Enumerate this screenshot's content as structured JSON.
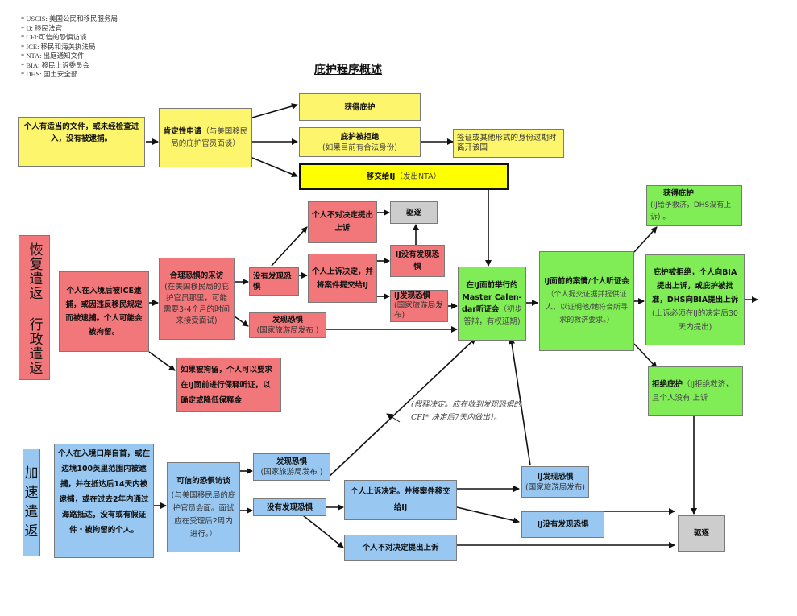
{
  "legend": [
    "* USCIS: 美国公民和移民服务局",
    "* IJ: 移民法官",
    "* CFI:可信的恐惧访谈",
    "* ICE: 移民和海关执法局",
    "* NTA: 出庭通知文件",
    "* BIA: 移民上诉委员会",
    "* DHS: 国土安全部"
  ],
  "title": "庇护程序概述",
  "affirmative": {
    "start": "个人有适当的文件，或未经检查进入，没有被逮捕。",
    "application_title": "肯定性申请",
    "application_note": "（与美国移民局的庇护官员面谈）",
    "granted": "获得庇护",
    "denied_title": "庇护被拒绝",
    "denied_note": "(如果目前有合法身份)",
    "visa_expire": "签证或其他形式的身份过期时离开该国",
    "refer_ij_title": "移交给IJ",
    "refer_ij_note": "（发出NTA）"
  },
  "reinstatement": {
    "label": "恢复遣返 行政遣返",
    "label_chars_top": [
      "恢",
      "复",
      "遣",
      "返"
    ],
    "label_chars_bottom": [
      "行",
      "政",
      "遣",
      "返"
    ],
    "arrest": "个人在入境后被ICE逮捕，或因违反移民规定而被逮捕。个人可能会被拘留。",
    "rfi_title": "合理恐惧的采访",
    "rfi_note": "(在美国移民局的庇护官员那里，可能需要3-4个月的时间来接受面试)",
    "no_fear": "没有发现恐惧",
    "fear_found_title": "发现恐惧",
    "fear_found_note": "(国家旅游局发布 )",
    "no_appeal": "个人不对决定提出上诉",
    "removal": "驱逐",
    "appeal": "个人上诉决定，并将案件提交给IJ",
    "ij_no_fear": "IJ没有发现恐惧",
    "ij_fear_title": "IJ发现恐惧",
    "ij_fear_note": "(国家旅游局发布)",
    "bond": "如果被拘留，个人可以要求在IJ面前进行保释听证，以确定或降低保释金"
  },
  "court": {
    "master_title": "在IJ面前举行的Master Calen- dar听证会",
    "master_note": "（初步答辩，有权延期)",
    "merits_title": "IJ面前的案情/个人听证会",
    "merits_note": "（个人提交证据并提供证人，以证明他/她符合所寻求的救济要求。）",
    "granted_title": "获得庇护",
    "granted_note": "(IJ给予救济，DHS没有上诉) 。",
    "appeal_title": "庇护被拒绝，个人向BIA提出上诉，或庇护被批准，DHS向BIA提出上诉",
    "appeal_note": "(上诉必须在IJ的决定后30天内提出)",
    "denied_title": "拒绝庇护",
    "denied_note": "（IJ拒绝救济，且个人没有 上诉",
    "removal": "驱逐",
    "parole_note": "(假释决定。应在收到发现恐惧的CFI* 决定后7天内做出）。"
  },
  "expedited": {
    "label_chars": [
      "加",
      "速",
      "遣",
      "返"
    ],
    "arrest": "个人在入境口岸自首，或在边境100英里范围内被逮捕，并在抵达后14天内被逮捕，或在过去2年内通过海路抵达，没有或有假证件・被拘留的个人。",
    "cfi_title": "可信的恐惧访谈",
    "cfi_note": "(与美国移民局的庇护官员会面。面试应在受理后2周内进行。）",
    "fear_found_title": "发现恐惧",
    "fear_found_note": "(国家旅游局发布 )",
    "no_fear": "没有发现恐惧",
    "appeal": "个人上诉决定。并将案件移交给IJ",
    "no_appeal": "个人不对决定提出上诉",
    "ij_fear_title": "IJ发现恐惧",
    "ij_fear_note": "(国家旅游局发布)",
    "ij_no_fear": "IJ没有发现恐惧"
  },
  "colors": {
    "affirmative": "#fdf56b",
    "refer": "#ffff00",
    "reinstatement": "#f2777a",
    "court": "#80ec56",
    "expedited": "#98c8f2",
    "removal": "#cdcdcd"
  }
}
